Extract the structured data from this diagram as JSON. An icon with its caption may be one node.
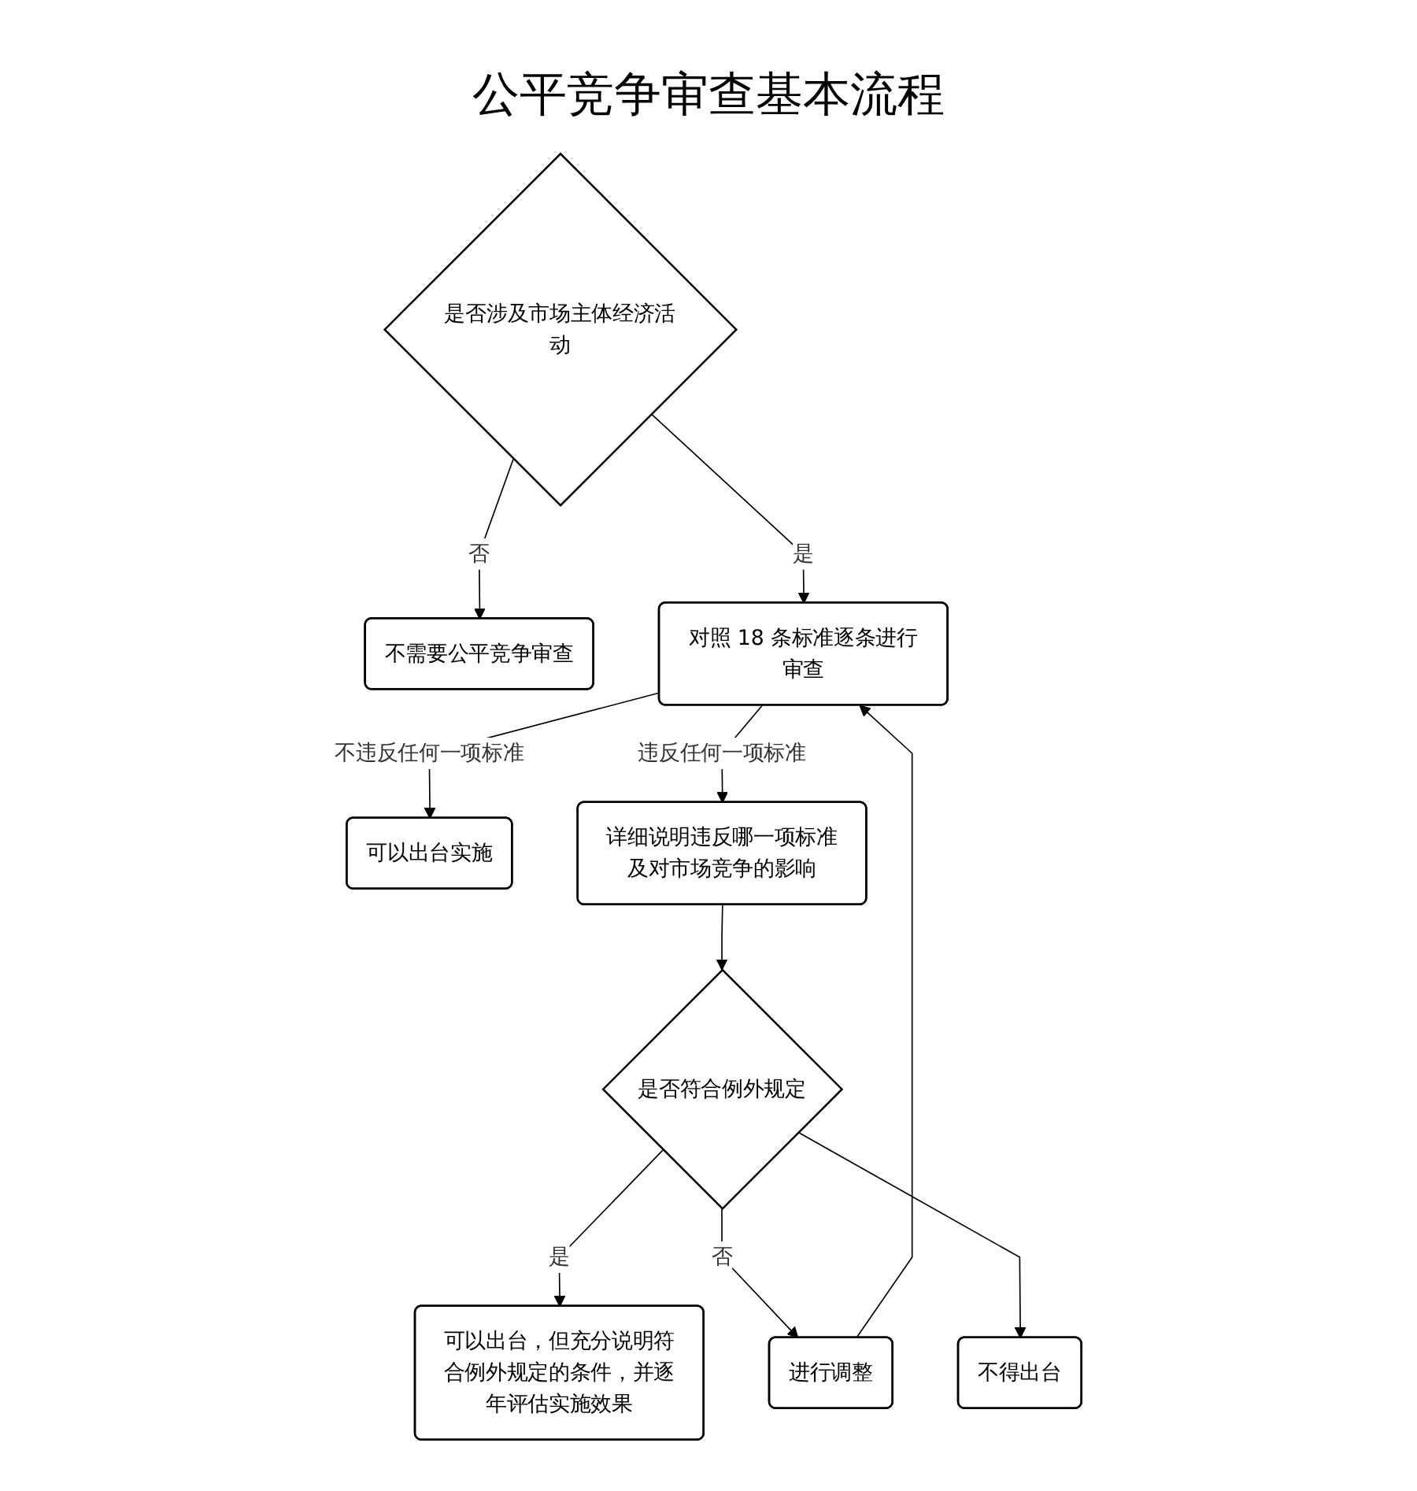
{
  "diagram": {
    "title": "公平竞争审查基本流程",
    "nodes": [
      {
        "text": [
          "是否涉及市场主体经济活动"
        ]
      },
      {
        "text": [
          "不需要公平竞争审查"
        ]
      },
      {
        "text": [
          "对照 18 条标准逐条进行审查"
        ]
      },
      {
        "text": [
          "可以出台实施"
        ]
      },
      {
        "text": [
          "详细说明违反哪一项标准及对市场竞争的影响"
        ]
      },
      {
        "text": [
          "是否符合例外规定"
        ]
      },
      {
        "text": [
          "可以出台，但充分说明符合例外规定的条件，并逐年评估实施效果"
        ]
      },
      {
        "text": [
          "进行调整"
        ]
      },
      {
        "text": [
          "不得出台"
        ]
      }
    ],
    "edges": [
      {
        "from": 0,
        "to": 1,
        "arrow": "to",
        "label": "否"
      },
      {
        "from": 0,
        "to": 2,
        "arrow": "to",
        "label": "是"
      },
      {
        "from": 2,
        "to": 3,
        "arrow": "to",
        "label": "不违反任何一项标准"
      },
      {
        "from": 2,
        "to": 4,
        "arrow": "to",
        "label": "违反任何一项标准"
      },
      {
        "from": 4,
        "to": 5,
        "arrow": "to"
      },
      {
        "from": 5,
        "to": 6,
        "arrow": "to",
        "label": "是"
      },
      {
        "from": 5,
        "to": 7,
        "arrow": "to",
        "label": "否"
      },
      {
        "from": 5,
        "to": 8,
        "arrow": "to"
      },
      {
        "from": 7,
        "to": 2,
        "arrow": "to"
      }
    ]
  }
}
